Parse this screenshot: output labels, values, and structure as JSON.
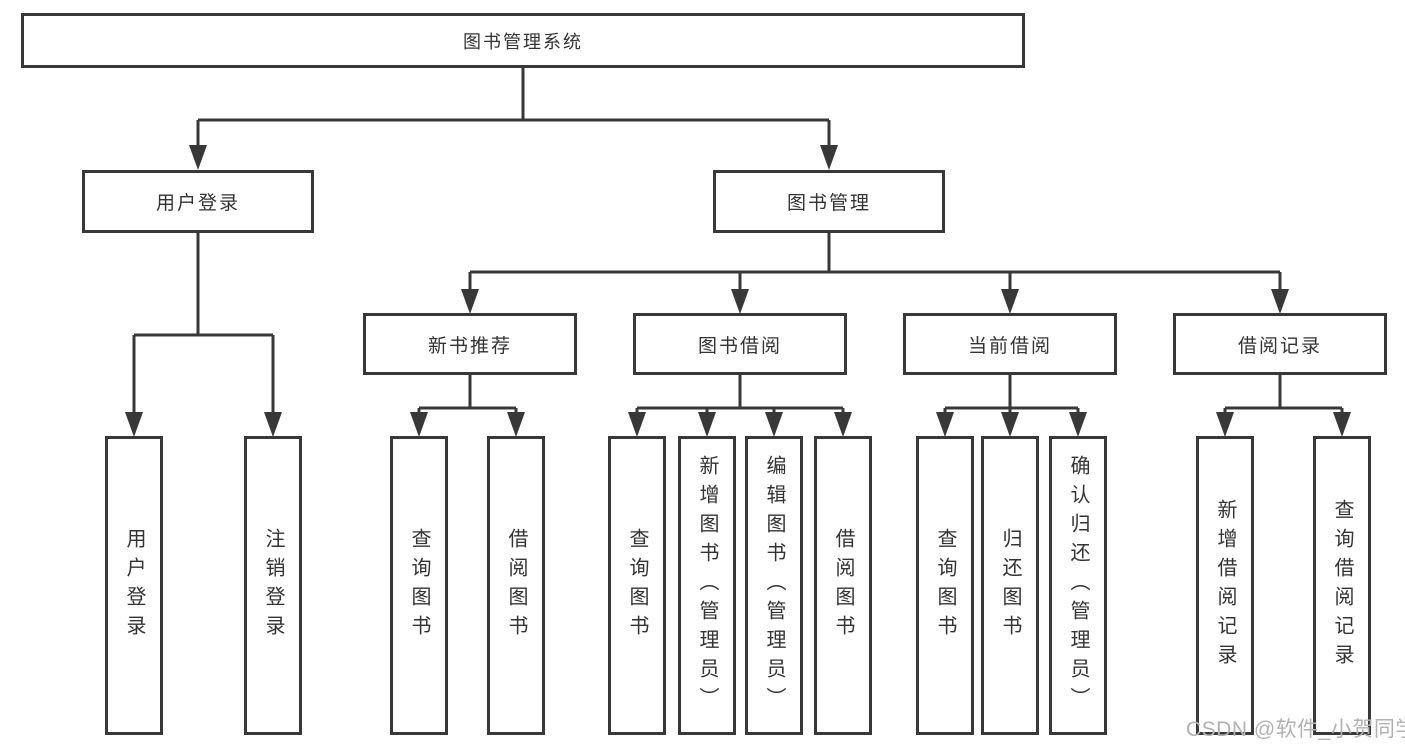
{
  "diagram": {
    "title": "图书管理系统",
    "colors": {
      "line": "#383838",
      "box_border": "#383838",
      "box_fill": "#ffffff",
      "text": "#333333",
      "watermark": "#b2b2b2",
      "background": "#ffffff"
    },
    "nodes": {
      "root": {
        "label": "图书管理系统"
      },
      "level2": [
        {
          "label": "用户登录"
        },
        {
          "label": "图书管理"
        }
      ],
      "level3": [
        {
          "label": "新书推荐"
        },
        {
          "label": "图书借阅"
        },
        {
          "label": "当前借阅"
        },
        {
          "label": "借阅记录"
        }
      ],
      "leaves": {
        "login": [
          {
            "label": "用户登录"
          },
          {
            "label": "注销登录"
          }
        ],
        "recommend": [
          {
            "label": "查询图书"
          },
          {
            "label": "借阅图书"
          }
        ],
        "borrow": [
          {
            "label": "查询图书"
          },
          {
            "label": "新增图书（管理员）"
          },
          {
            "label": "编辑图书（管理员）"
          },
          {
            "label": "借阅图书"
          }
        ],
        "current": [
          {
            "label": "查询图书"
          },
          {
            "label": "归还图书"
          },
          {
            "label": "确认归还（管理员）"
          }
        ],
        "records": [
          {
            "label": "新增借阅记录"
          },
          {
            "label": "查询借阅记录"
          }
        ]
      }
    },
    "watermark": {
      "text": "CSDN @软件_小贺同学"
    }
  }
}
